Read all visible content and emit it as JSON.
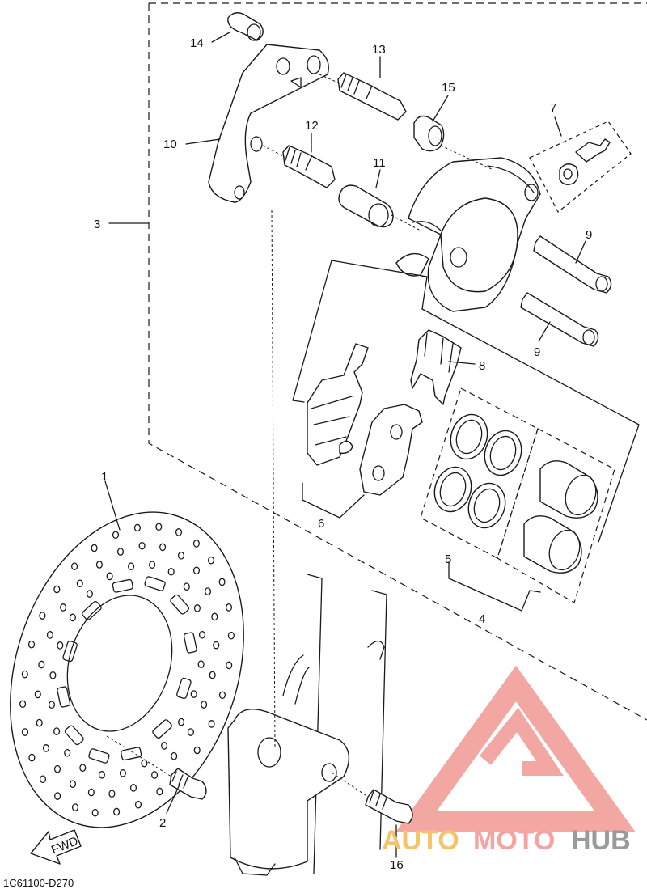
{
  "diagram": {
    "callouts": [
      {
        "id": "1",
        "text": "1"
      },
      {
        "id": "2",
        "text": "2"
      },
      {
        "id": "3",
        "text": "3"
      },
      {
        "id": "4",
        "text": "4"
      },
      {
        "id": "5",
        "text": "5"
      },
      {
        "id": "6",
        "text": "6"
      },
      {
        "id": "7",
        "text": "7"
      },
      {
        "id": "8",
        "text": "8"
      },
      {
        "id": "9a",
        "text": "9"
      },
      {
        "id": "9b",
        "text": "9"
      },
      {
        "id": "10",
        "text": "10"
      },
      {
        "id": "11",
        "text": "11"
      },
      {
        "id": "12",
        "text": "12"
      },
      {
        "id": "13",
        "text": "13"
      },
      {
        "id": "14",
        "text": "14"
      },
      {
        "id": "15",
        "text": "15"
      },
      {
        "id": "16",
        "text": "16"
      }
    ],
    "fwd_label": "FWD",
    "diagram_code": "1C61100-D270"
  },
  "watermark": {
    "part1": "AUTO",
    "part2": "MOTO",
    "part3": "HUB",
    "colors": {
      "auto": "#f5c46a",
      "moto": "#f4a3a0",
      "hub": "#9a9a9a",
      "logo": "#f08a84"
    }
  }
}
